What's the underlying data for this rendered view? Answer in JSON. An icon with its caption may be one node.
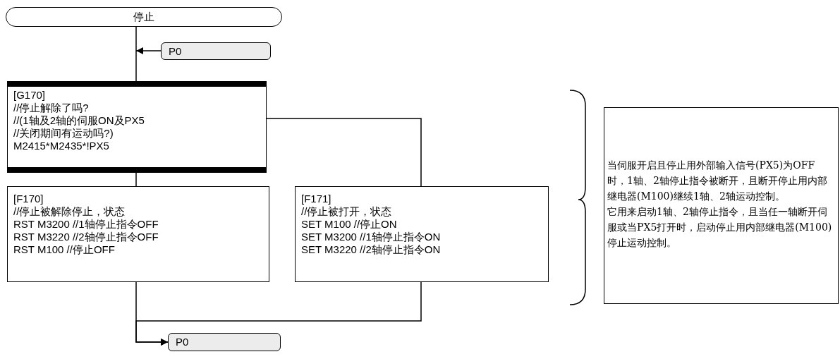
{
  "diagram": {
    "nodes": [
      {
        "text": [
          "停止"
        ]
      },
      {
        "text": [
          "P0"
        ]
      },
      {
        "text": [
          "[G170]",
          "//停止解除了吗?",
          "//(1轴及2轴的伺服ON及PX5",
          "//关闭期间有运动吗?)",
          "M2415*M2435*!PX5"
        ]
      },
      {
        "text": [
          "[F170]",
          "//停止被解除停止，状态",
          "RST M3200 //1轴停止指令OFF",
          "RST M3220 //2轴停止指令OFF",
          "RST M100 //停止OFF"
        ]
      },
      {
        "text": [
          "[F171]",
          "//停止被打开，状态",
          "SET M100 //停止ON",
          "SET M3200 //1轴停止指令ON",
          "SET M3220 //2轴停止指令ON"
        ]
      },
      {
        "text": [
          "P0"
        ]
      },
      {
        "text": [
          "当伺服开启且停止用外部输入信号(PX5)为OFF时，1轴、2轴停止指令被断开，且断开停止用内部继电器(M100)继续1轴、2轴运动控制。",
          "它用来启动1轴、2轴停止指令，且当任一轴断开伺服或当PX5打开时，启动停止用内部继电器(M100)停止运动控制。"
        ]
      }
    ],
    "edges": [
      {
        "from": 0,
        "to": 2,
        "arrow": "none"
      },
      {
        "from": 1,
        "to": null,
        "arrow": "to"
      },
      {
        "from": 2,
        "to": 3,
        "arrow": "none"
      },
      {
        "from": 2,
        "to": 4,
        "arrow": "none"
      },
      {
        "from": 3,
        "to": 5,
        "arrow": "to"
      },
      {
        "from": 4,
        "to": 5,
        "arrow": "to"
      }
    ]
  }
}
